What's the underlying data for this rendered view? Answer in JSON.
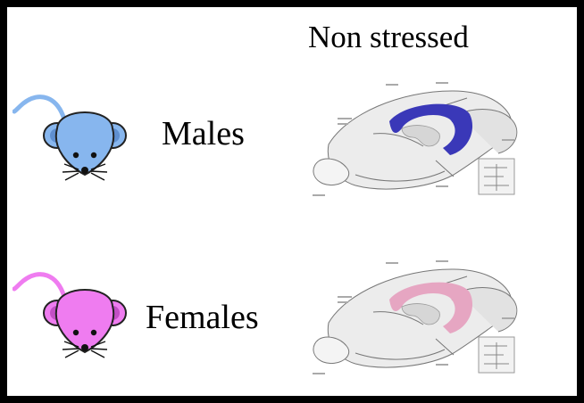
{
  "heading": "Non stressed",
  "rows": [
    {
      "label": "Males",
      "mouse_color": "#87b6ee",
      "mouse_shade": "#5f8fd0",
      "region_color": "#3a38b8",
      "mouse_icon": "mouse-icon",
      "brain_icon": "brain-section-icon"
    },
    {
      "label": "Females",
      "mouse_color": "#ef7cf0",
      "mouse_shade": "#c24fc5",
      "region_color": "#e6a6c2",
      "mouse_icon": "mouse-icon",
      "brain_icon": "brain-section-icon"
    }
  ]
}
